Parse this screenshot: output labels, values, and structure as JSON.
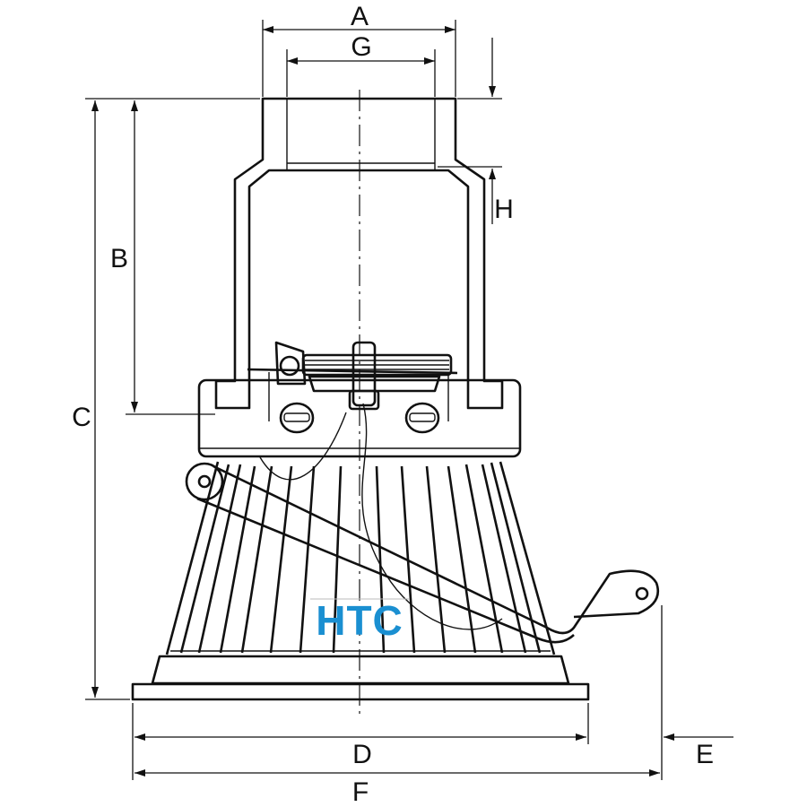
{
  "labels": {
    "a": "A",
    "b": "B",
    "c": "C",
    "d": "D",
    "e": "E",
    "f": "F",
    "g": "G",
    "h": "H"
  },
  "logo": {
    "text": "HTC",
    "color": "#1a8fd1"
  },
  "colors": {
    "line": "#111111",
    "background": "#ffffff"
  }
}
